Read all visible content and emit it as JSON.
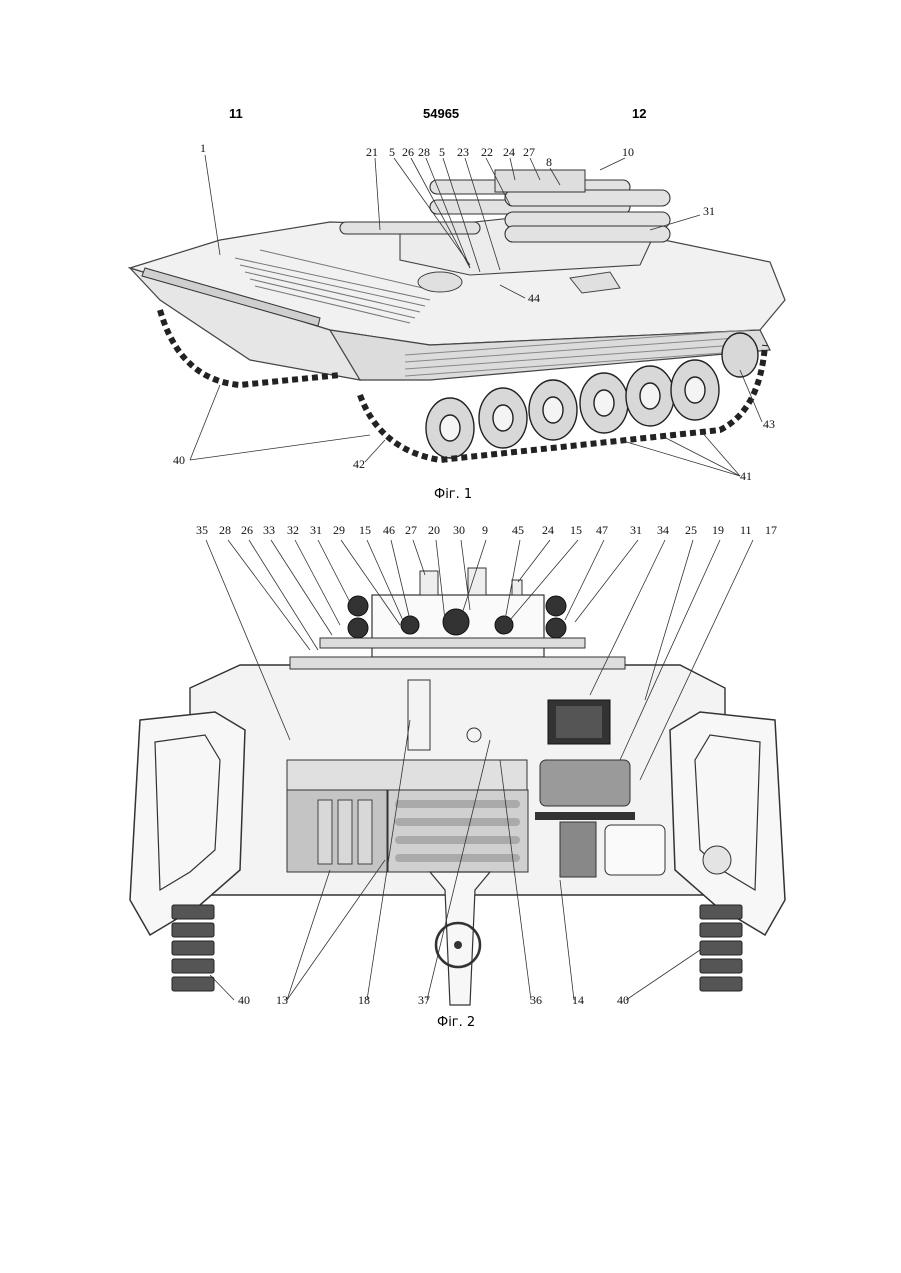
{
  "header": {
    "left": "11",
    "center": "54965",
    "right": "12"
  },
  "fig1": {
    "caption": "Фіг. 1",
    "labels": [
      "1",
      "21",
      "5",
      "26",
      "28",
      "5",
      "23",
      "22",
      "24",
      "27",
      "8",
      "10",
      "31",
      "44",
      "43",
      "40",
      "42",
      "41"
    ]
  },
  "fig2": {
    "caption": "Фіг. 2",
    "top_labels": [
      "35",
      "28",
      "26",
      "33",
      "32",
      "31",
      "29",
      "15",
      "46",
      "27",
      "20",
      "30",
      "9",
      "45",
      "24",
      "15",
      "47",
      "31",
      "34",
      "25",
      "19",
      "11",
      "17"
    ],
    "bottom_labels": [
      "40",
      "13",
      "18",
      "37",
      "36",
      "14",
      "40"
    ]
  }
}
